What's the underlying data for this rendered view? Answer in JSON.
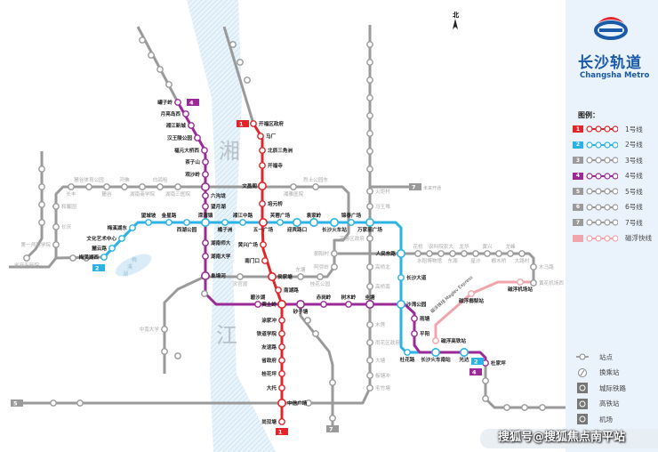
{
  "brand": {
    "name_cn": "长沙轨道",
    "name_en": "Changsha Metro"
  },
  "north_label": "北",
  "river": {
    "char1": "湘",
    "char2": "江"
  },
  "lake": [
    "梅",
    "溪",
    "湖"
  ],
  "legend": {
    "title": "图例：",
    "lines": [
      {
        "badge": "1",
        "label": "1号线",
        "color": "#e0262b"
      },
      {
        "badge": "2",
        "label": "2号线",
        "color": "#2bb3e6"
      },
      {
        "badge": "3",
        "label": "3号线",
        "color": "#9a9a9a"
      },
      {
        "badge": "4",
        "label": "4号线",
        "color": "#9b2a97"
      },
      {
        "badge": "5",
        "label": "5号线",
        "color": "#9a9a9a"
      },
      {
        "badge": "6",
        "label": "6号线",
        "color": "#9a9a9a"
      },
      {
        "badge": "7",
        "label": "7号线",
        "color": "#9a9a9a"
      },
      {
        "badge": "",
        "label": "磁浮快线",
        "color": "#f0a5ac"
      }
    ],
    "symbols": [
      {
        "icon": "station-icon",
        "label": "站点"
      },
      {
        "icon": "transfer-icon",
        "label": "换乘站"
      },
      {
        "icon": "intercity-rail-icon",
        "label": "城际铁路"
      },
      {
        "icon": "high-speed-rail-icon",
        "label": "高铁站"
      },
      {
        "icon": "airport-icon",
        "label": "机场"
      }
    ]
  },
  "lines": {
    "line1": {
      "name": "1号线",
      "color": "#e0262b",
      "stations": [
        "开福区政府",
        "马厂",
        "北辰三角洲",
        "开福寺",
        "文昌阁",
        "培元桥",
        "五一广场",
        "黄兴广场",
        "南门口",
        "侯家塘",
        "南湖路",
        "黄土岭",
        "涂家冲",
        "铁道学院",
        "友谊路",
        "省政府",
        "桂花坪",
        "大托",
        "中信广场",
        "尚双塘"
      ]
    },
    "line2": {
      "name": "2号线",
      "color": "#2bb3e6",
      "stations": [
        "梅溪湖西",
        "麓云路",
        "文化艺术中心",
        "梅溪湖东",
        "望城坡",
        "金星路",
        "西湖公园",
        "溁湾镇",
        "橘子洲",
        "湘江中路",
        "芙蓉广场",
        "迎宾路口",
        "袁家岭",
        "长沙火车站",
        "锦泰广场",
        "万家丽广场",
        "人民东路",
        "长沙大道",
        "沙湾公园",
        "杜花路",
        "长沙火车南站",
        "光达"
      ]
    },
    "line4": {
      "name": "4号线",
      "color": "#9b2a97",
      "stations": [
        "罐子岭",
        "月亮岛西",
        "湘江新城",
        "汉王陵公园",
        "福元大桥西",
        "茶子山",
        "观沙岭",
        "六沟垅",
        "望月湖",
        "湖南师大",
        "湖南大学",
        "阜埠河",
        "碧沙湖",
        "砂子塘",
        "赤岗岭",
        "树木岭",
        "圭塘",
        "雨塘",
        "平阳",
        "杜家坪"
      ]
    },
    "maglev": {
      "name": "磁浮快线",
      "color": "#f0a5ac",
      "label": "磁浮快线 Maglev Express",
      "stations": [
        "磁浮高铁站",
        "磁浮榔梨站",
        "磁浮机场站"
      ]
    },
    "gray_stations": [
      "麓谷体育公园",
      "河佛",
      "白鸽咀",
      "长丰",
      "麓谷",
      "湖南商学院",
      "湖南三医院",
      "和馨园",
      "长庆",
      "第一师范学院",
      "省商专新院",
      "中南大学",
      "灵官渡",
      "东塘",
      "桂花公园",
      "湘雅医院",
      "烈士公园东",
      "火炬村",
      "马王堆",
      "芙蓉区政府",
      "朝阳村",
      "阿弥岭",
      "高桥北",
      "高桥南",
      "木莲",
      "雨花区政府",
      "大塘",
      "板塘冲",
      "毛竹塘",
      "花桥",
      "水稻博物馆",
      "农科院农大",
      "东湖",
      "龙华",
      "星沙",
      "黄兴",
      "榔木桥",
      "龙峰",
      "大路村",
      "木马路",
      "黄花机场西"
    ],
    "badges": {
      "future_open": "未来开通"
    }
  },
  "watermark": "搜狐号@搜狐焦点南平站"
}
